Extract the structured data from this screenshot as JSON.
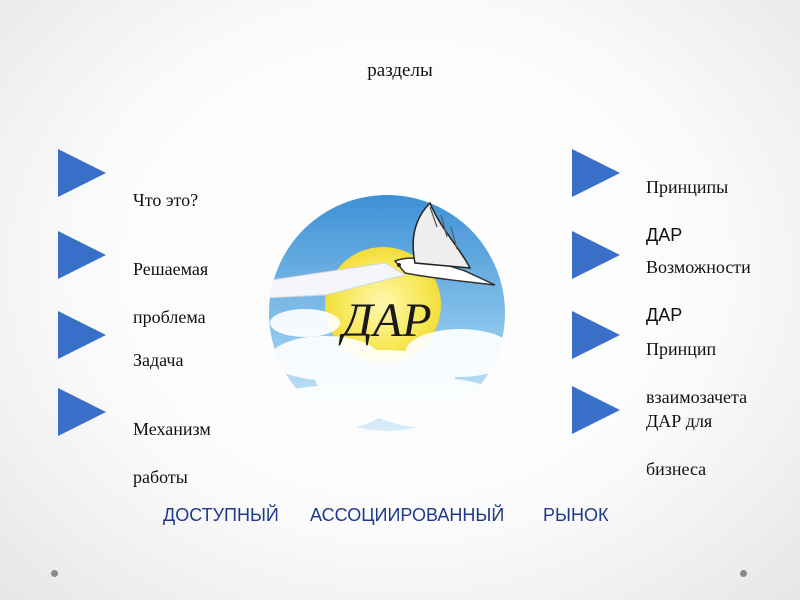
{
  "slide": {
    "title": "разделы",
    "left_items": [
      {
        "line1": "Что это?",
        "line2": ""
      },
      {
        "line1": "Решаемая",
        "line2": "проблема"
      },
      {
        "line1": "Задача",
        "line2": ""
      },
      {
        "line1": "Механизм",
        "line2": "работы"
      }
    ],
    "right_items": [
      {
        "line1": "Принципы",
        "line2": "ДАР"
      },
      {
        "line1": "Возможности",
        "line2": "ДАР"
      },
      {
        "line1": "Принцип",
        "line2": "взаимозачета"
      },
      {
        "line1": "ДАР для",
        "line2": "бизнеса"
      }
    ],
    "logo_text": "ДАР",
    "tagline": [
      "ДОСТУПНЫЙ",
      "АССОЦИИРОВАННЫЙ",
      "РЫНОК"
    ],
    "colors": {
      "arrow": "#3a6fc9",
      "tagline": "#1f3a8a"
    },
    "icons": {
      "arrow": "play-arrow-icon",
      "logo": "dove-sun-logo"
    }
  }
}
